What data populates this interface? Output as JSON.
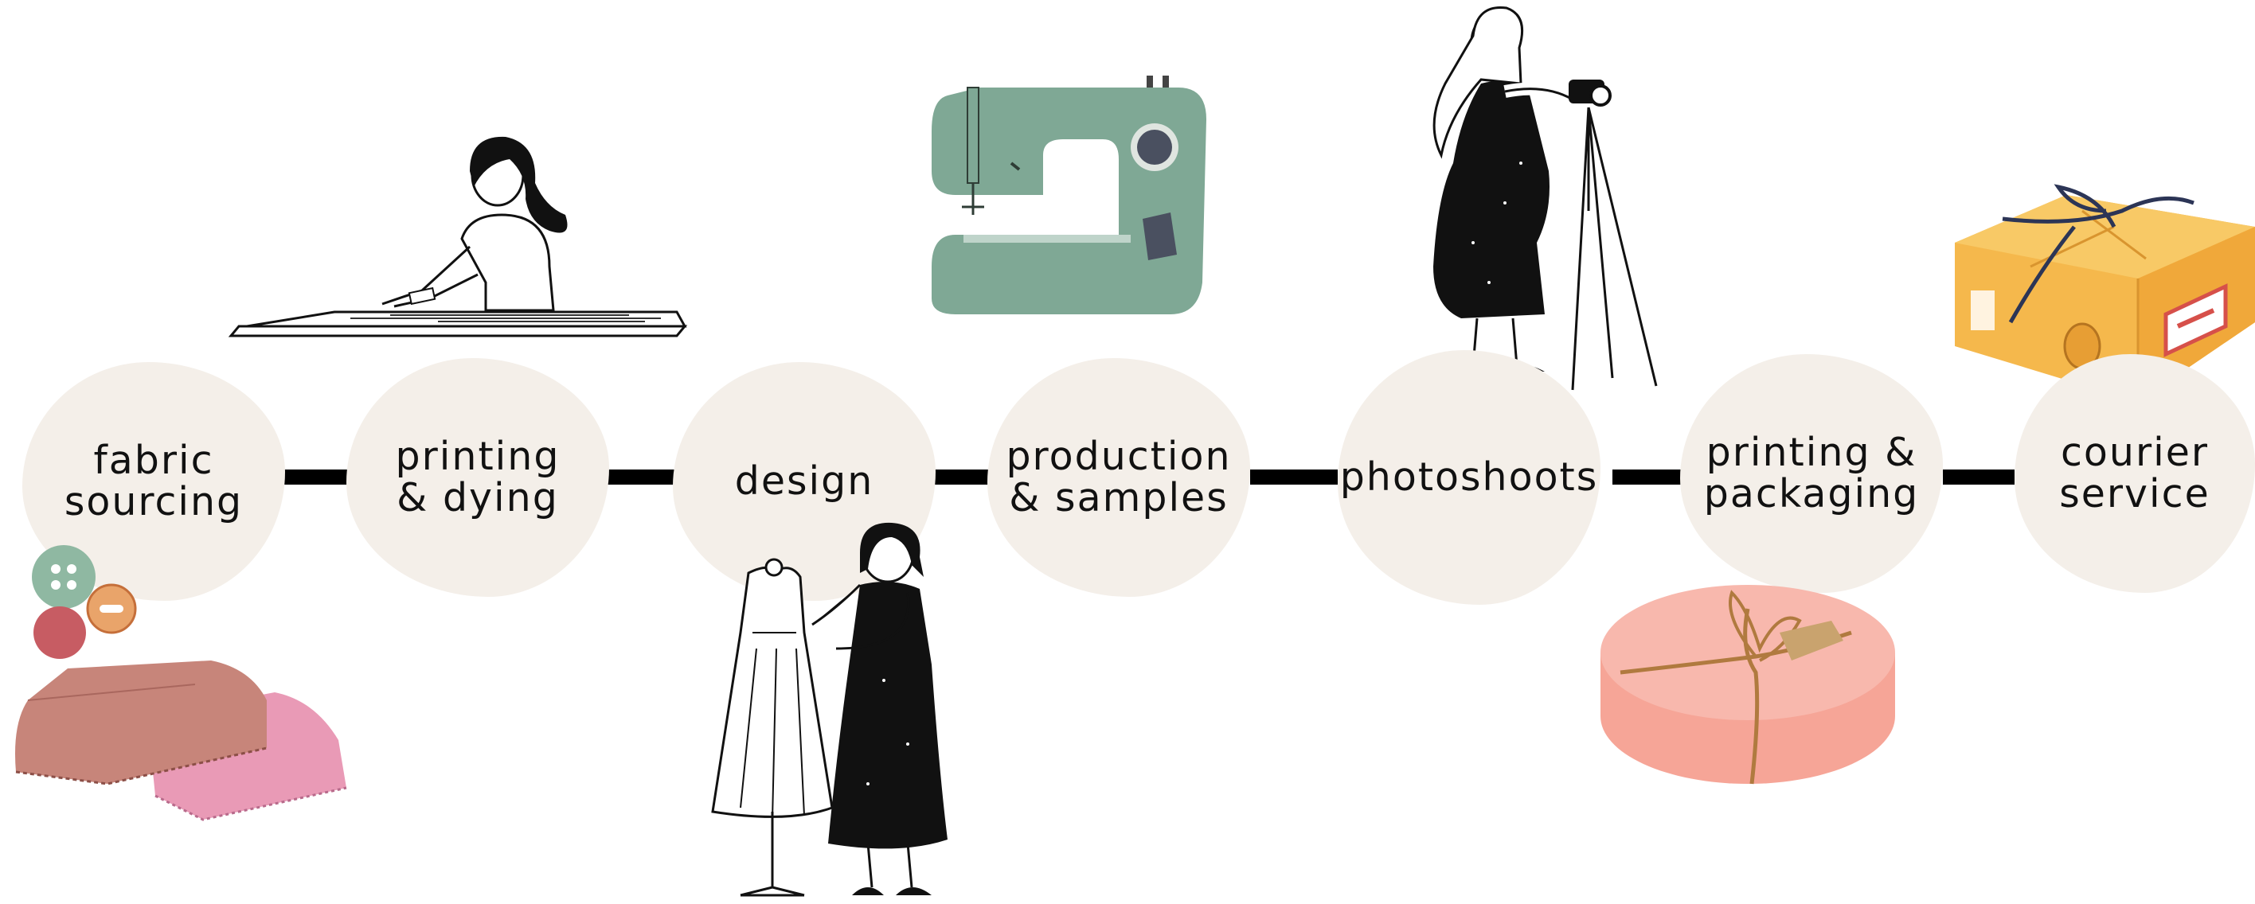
{
  "steps": [
    {
      "id": "fabric-sourcing",
      "label": "fabric\nsourcing"
    },
    {
      "id": "printing-dying",
      "label": "printing\n& dying"
    },
    {
      "id": "design",
      "label": "design"
    },
    {
      "id": "production-samples",
      "label": "production\n& samples"
    },
    {
      "id": "photoshoots",
      "label": "photoshoots"
    },
    {
      "id": "printing-packaging",
      "label": "printing &\npackaging"
    },
    {
      "id": "courier-service",
      "label": "courier\nservice"
    }
  ],
  "illustrations": [
    {
      "name": "buttons-icon"
    },
    {
      "name": "folded-fabric-icon"
    },
    {
      "name": "woman-cutting-fabric-icon"
    },
    {
      "name": "sewing-machine-icon"
    },
    {
      "name": "dress-form-designer-icon"
    },
    {
      "name": "photographer-tripod-icon"
    },
    {
      "name": "gift-box-icon"
    },
    {
      "name": "parcel-box-icon"
    }
  ],
  "colors": {
    "bubble": "#f4efe9",
    "connector": "#000000",
    "sewing_machine": "#7fa895",
    "parcel": "#f5b84c",
    "gift_box": "#f6b4a8",
    "fabric": "#c7857a"
  }
}
